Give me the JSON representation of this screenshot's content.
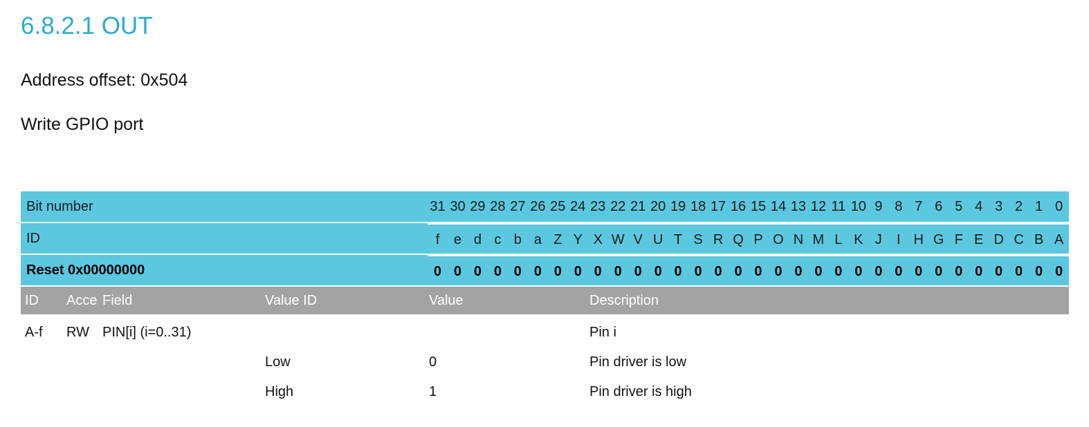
{
  "document": {
    "section_number_title": "6.8.2.1 OUT",
    "address_offset": "Address offset: 0x504",
    "description": "Write GPIO port"
  },
  "colors": {
    "heading": "#29abd0",
    "table_header_cyan": "#5bc8e0",
    "table_header_gray": "#a3a3a3",
    "text": "#111111",
    "header_text_white": "#ffffff"
  },
  "bit_table": {
    "rows": [
      {
        "label": "Bit number",
        "bold": false,
        "cells": [
          "31",
          "30",
          "29",
          "28",
          "27",
          "26",
          "25",
          "24",
          "23",
          "22",
          "21",
          "20",
          "19",
          "18",
          "17",
          "16",
          "15",
          "14",
          "13",
          "12",
          "11",
          "10",
          "9",
          "8",
          "7",
          "6",
          "5",
          "4",
          "3",
          "2",
          "1",
          "0"
        ]
      },
      {
        "label": "ID",
        "bold": false,
        "cells": [
          "f",
          "e",
          "d",
          "c",
          "b",
          "a",
          "Z",
          "Y",
          "X",
          "W",
          "V",
          "U",
          "T",
          "S",
          "R",
          "Q",
          "P",
          "O",
          "N",
          "M",
          "L",
          "K",
          "J",
          "I",
          "H",
          "G",
          "F",
          "E",
          "D",
          "C",
          "B",
          "A"
        ]
      },
      {
        "label": "Reset 0x00000000",
        "bold": true,
        "cells": [
          "0",
          "0",
          "0",
          "0",
          "0",
          "0",
          "0",
          "0",
          "0",
          "0",
          "0",
          "0",
          "0",
          "0",
          "0",
          "0",
          "0",
          "0",
          "0",
          "0",
          "0",
          "0",
          "0",
          "0",
          "0",
          "0",
          "0",
          "0",
          "0",
          "0",
          "0",
          "0"
        ]
      }
    ]
  },
  "field_table": {
    "headers": {
      "id": "ID",
      "access": "Acce",
      "field": "Field",
      "value_id": "Value ID",
      "value": "Value",
      "description": "Description"
    },
    "rows": [
      {
        "id": "A-f",
        "access": "RW",
        "field": "PIN[i] (i=0..31)",
        "value_id": "",
        "value": "",
        "description": "Pin i"
      },
      {
        "id": "",
        "access": "",
        "field": "",
        "value_id": "Low",
        "value": "0",
        "description": "Pin driver is low"
      },
      {
        "id": "",
        "access": "",
        "field": "",
        "value_id": "High",
        "value": "1",
        "description": "Pin driver is high"
      }
    ]
  }
}
